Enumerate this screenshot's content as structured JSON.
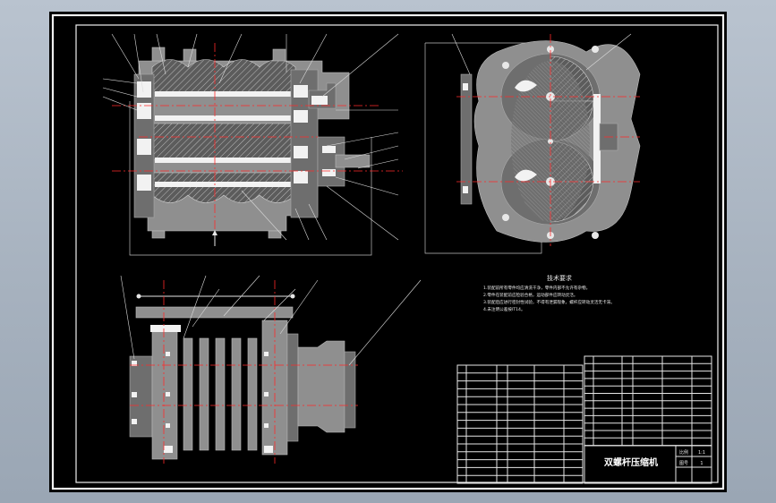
{
  "drawing": {
    "title": "双螺杆压缩机",
    "tech_requirements": {
      "heading": "技术要求",
      "lines": [
        "1.装配前所有零件均应清洗干净，零件内部不允许有杂物。",
        "2.零件在装配前应检验合格，运动部件应转动灵活。",
        "3.装配后应进行密封性试验，不得有泄漏现象，螺杆应转动灵活无卡滞。",
        "4.未注明公差按IT14。"
      ]
    },
    "title_block": {
      "scale_label": "比例",
      "scale_value": "1:1",
      "sheet_label": "图号",
      "sheet_value": "1"
    }
  }
}
